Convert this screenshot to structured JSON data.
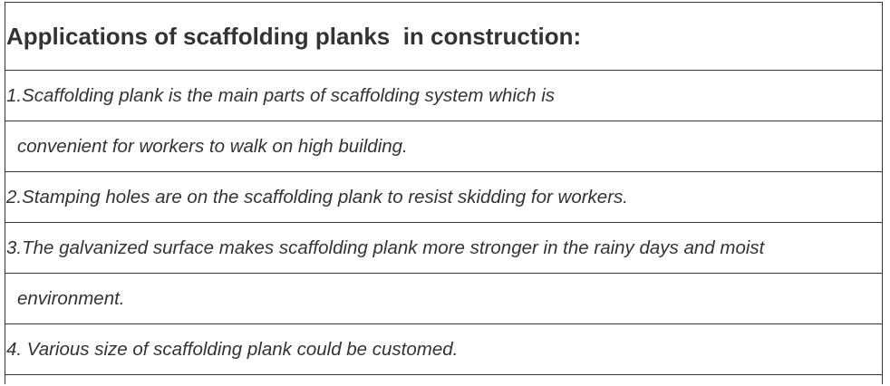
{
  "document": {
    "title": "Applications of scaffolding planks  in construction:",
    "lines": [
      "1.Scaffolding plank is the main parts of scaffolding system which is",
      "convenient for workers to walk on high building.",
      "2.Stamping holes are on the scaffolding plank to resist skidding for workers.",
      "3.The galvanized surface makes scaffolding plank more stronger in the rainy days and moist",
      "environment.",
      "4. Various size of scaffolding plank could be customed."
    ]
  }
}
